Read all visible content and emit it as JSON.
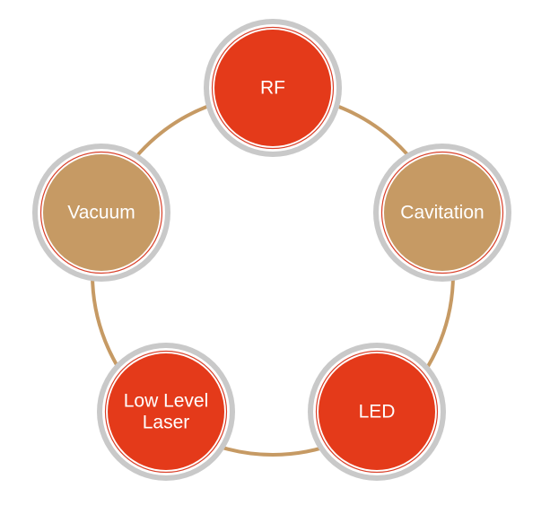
{
  "diagram": {
    "colors": {
      "ring": "#C69A64",
      "outer_disc": "#C9C9C9",
      "white_gap": "#FFFFFF",
      "accent_ring": "#D9402A"
    },
    "nodes": [
      {
        "id": "rf",
        "label": [
          "RF"
        ],
        "fill": "#E43A1A"
      },
      {
        "id": "cavitation",
        "label": [
          "Cavitation"
        ],
        "fill": "#C69A64"
      },
      {
        "id": "led",
        "label": [
          "LED"
        ],
        "fill": "#E43A1A"
      },
      {
        "id": "low-level-laser",
        "label": [
          "Low Level",
          "Laser"
        ],
        "fill": "#E43A1A"
      },
      {
        "id": "vacuum",
        "label": [
          "Vacuum"
        ],
        "fill": "#C69A64"
      }
    ]
  }
}
